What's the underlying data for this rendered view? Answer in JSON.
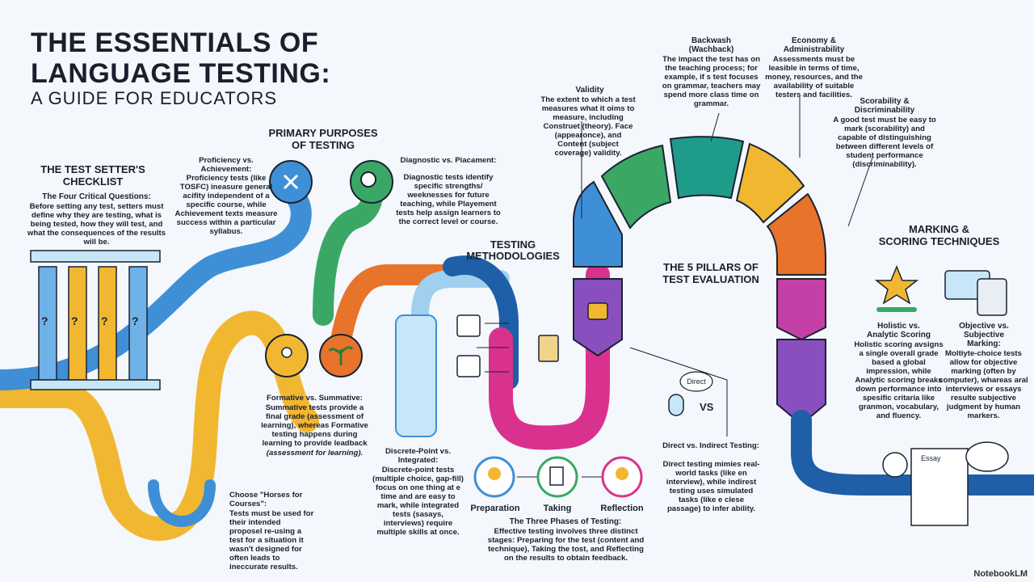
{
  "title": {
    "main": "THE ESSENTIALS OF\nLANGUAGE TESTING:",
    "sub": "A GUIDE FOR EDUCATORS"
  },
  "checklist": {
    "heading": "THE TEST SETTER'S\nCHECKLIST",
    "subheading": "The Four Critical Questions:",
    "body": "Before setting any test, setters must define why they are testing, what is being tested, how they will test, and what the consequences of the results will be.",
    "pillar_mark": "?"
  },
  "purposes": {
    "heading": "PRIMARY PURPOSES\nOF TESTING",
    "proficiency": {
      "title": "Proficiency vs. Achievement:",
      "body": "Proficiency tests (like TOSFC) ineasure general acifity independent of a specific course, while Achievement texts measure success within a particular syllabus."
    },
    "diagnostic": {
      "title": "Diagnostic vs. Piacament:",
      "body": "Diagnostic tests identify specific strengths/ weeknesses for future teaching, while Playement tests help assign learners to the correct level or course."
    },
    "formative": {
      "title": "Formative vs. Summative:",
      "body": "Summative tests provide a final grade (assessment of learning), whereas Formative testing happens during learning to provide leadback",
      "italic": "(assessment for learning)."
    }
  },
  "horses": {
    "title": "Choose \"Horses for Courses\":",
    "body": "Tests must be used for their intended proposel re-using a test for a situation it wasn't designed for often leads to ineccurate results."
  },
  "methodologies": {
    "heading": "TESTING\nMETHODOLOGIES",
    "discrete": {
      "title": "Discrete-Point vs. Integrated:",
      "body": "Discrete-point tests (multiple choice, gap-fill) focus on one thing at e time and are easy to mark, while integrated tests (sasays, interviews) require multiple skills at once."
    },
    "phases": {
      "labels": [
        "Preparation",
        "Taking",
        "Reflection"
      ],
      "title": "The Three Phases of Testing:",
      "body": "Effective testing involves three distinct stages: Preparing for the test (content and technique), Taking the tost, and Reflecting on the results to obtain feedback."
    },
    "direct": {
      "bubble": "Direct",
      "vs": "VS",
      "title": "Direct vs. Indirect Testing:",
      "body": "Direct testing mimies real-world tasks (like en interview), while indirest testing uses simulated tasks (like e clese passage) to infer ability."
    }
  },
  "pillars": {
    "heading": "THE 5 PILLARS OF\nTEST EVALUATION",
    "validity": {
      "title": "Validity",
      "body": "The extent to which a test measures what it oims to measure, including Construet (theory). Face (appearonce), and Content (subject coverage) validity."
    },
    "backwash": {
      "title": "Backwash\n(Wachback)",
      "body": "The impact the test has on the teaching process; for example, if s test focuses on grammar, teachers may spend more class time on grammar."
    },
    "economy": {
      "title": "Economy &\nAdministrability",
      "body": "Assessments must be leasible in terms of time, money, resources, and the availability of suitable testers and facilities."
    },
    "scorability": {
      "title": "Scorability &\nDiscriminability",
      "body": "A good test must be easy to mark (scorability) and capable of distinguishing between different levels of student performance (discriminability)."
    }
  },
  "marking": {
    "heading": "MARKING &\nSCORING TECHNIQUES",
    "holistic": {
      "title": "Holistic vs.\nAnalytic Scoring",
      "body": "Holistic scoring avsigns a single overall grade based a global impression, while Analytic scoring breaks down performance into spesific critaria like granmon, vocabulary, and fluency."
    },
    "objective": {
      "title": "Objective vs.\nSubjective\nMarking:",
      "body": "Moltiyte-choice tests allow for objective marking (often by computer), whareas aral interviews or essays resulte subjective judgment by human markers."
    },
    "essay_label": "Essay"
  },
  "watermark": "NotebookLM",
  "colors": {
    "blue": "#3f8fd6",
    "yellow": "#f2b731",
    "green": "#3aa864",
    "orange": "#e8732b",
    "magenta": "#d9328e",
    "purple": "#8a4fbf",
    "teal": "#1f9b8a",
    "navy": "#1e5fa8"
  }
}
